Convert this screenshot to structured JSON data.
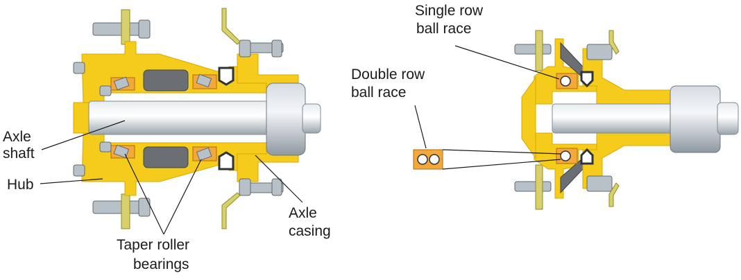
{
  "labels": {
    "axle_shaft_line1": "Axle",
    "axle_shaft_line2": "shaft",
    "hub": "Hub",
    "taper_line1": "Taper roller",
    "taper_line2": "bearings",
    "axle_casing_line1": "Axle",
    "axle_casing_line2": "casing",
    "single_row_line1": "Single row",
    "single_row_line2": "ball race",
    "double_row_line1": "Double row",
    "double_row_line2": "ball race"
  },
  "colors": {
    "housing_yellow": "#f6cc1c",
    "shaft_steel": "#c9d0d6",
    "bearing_orange": "#f2a93a",
    "bolt_grey": "#b9c1c8",
    "seal_dark": "#3f4347"
  }
}
